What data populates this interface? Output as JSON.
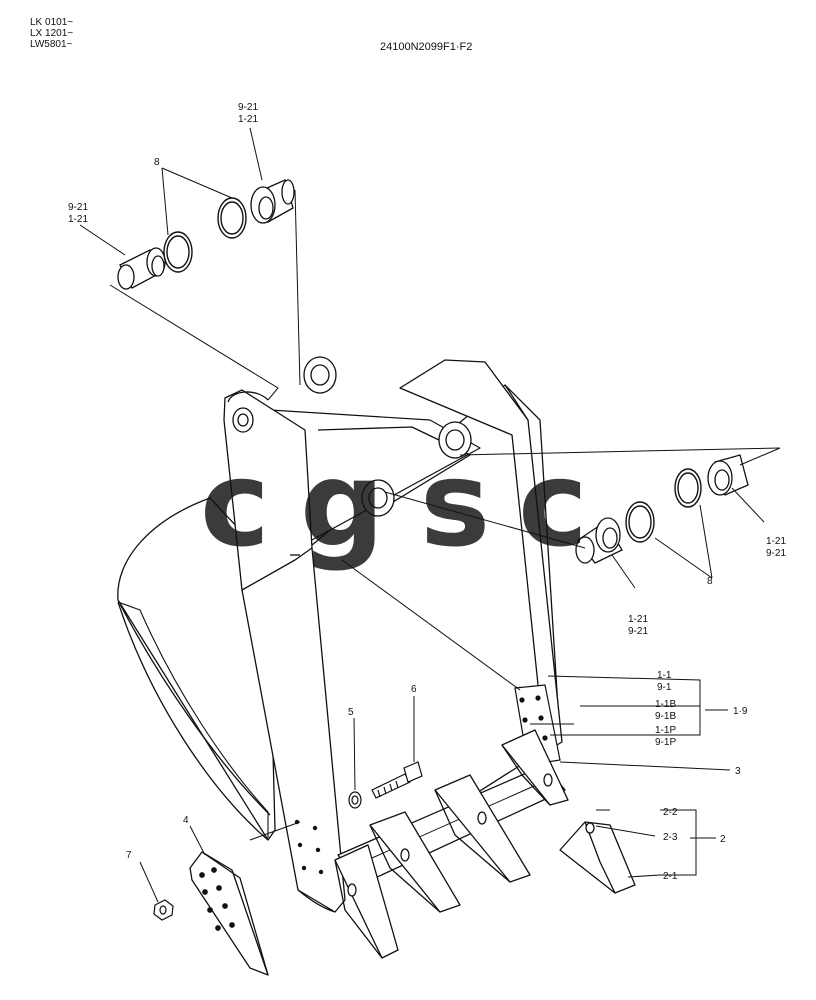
{
  "header": {
    "serials": [
      "LK 0101~",
      "LX 1201~",
      "LW5801~"
    ],
    "drawing_no": "24100N2099F1·F2"
  },
  "watermark": {
    "letters": [
      "c",
      "g",
      "s",
      "c"
    ],
    "colors": [
      "#4f8ff7",
      "#f06a6a",
      "#f7c948",
      "#5bbf86"
    ]
  },
  "callouts": {
    "top_pin_a": [
      "9-21",
      "1-21"
    ],
    "top_ring": "8",
    "top_pin_b": [
      "9-21",
      "1-21"
    ],
    "right_pin_a": [
      "1-21",
      "9-21"
    ],
    "right_ring": "8",
    "right_pin_b": [
      "1-21",
      "9-21"
    ],
    "plate_upper": [
      "1-1",
      "9-1"
    ],
    "plate_mid": [
      "1-1B",
      "9-1B"
    ],
    "plate_low": [
      "1-1P",
      "9-1P"
    ],
    "assembly": "1·9",
    "edge": "3",
    "washer": "5",
    "bolt": "6",
    "side_cutter": "4",
    "nut": "7",
    "tooth_pin": "2-2",
    "tooth_lock": "2-3",
    "tooth": "2-1",
    "tooth_group": "2"
  }
}
